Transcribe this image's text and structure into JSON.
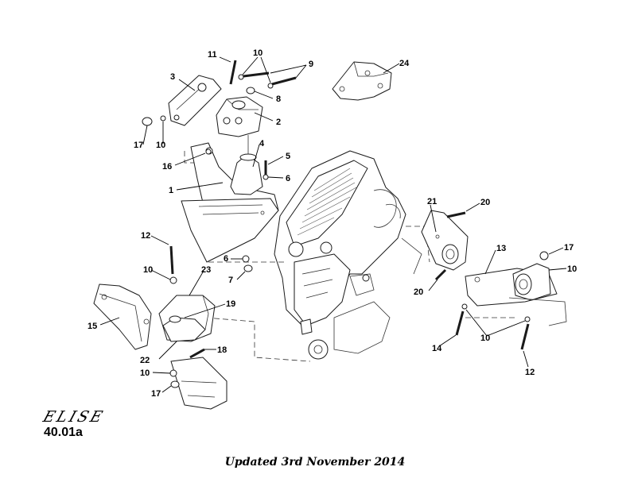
{
  "diagram": {
    "code": "40.01a",
    "logo_text": "ELISE",
    "footer": "Updated 3rd November 2014",
    "callouts": {
      "c1": "1",
      "c2": "2",
      "c3": "3",
      "c4": "4",
      "c5": "5",
      "c6a": "6",
      "c6b": "6",
      "c7": "7",
      "c8": "8",
      "c9": "9",
      "c10a": "10",
      "c10b": "10",
      "c10c": "10",
      "c10d": "10",
      "c10e": "10",
      "c10f": "10",
      "c11": "11",
      "c12a": "12",
      "c12b": "12",
      "c13": "13",
      "c14": "14",
      "c15": "15",
      "c16": "16",
      "c17a": "17",
      "c17b": "17",
      "c17c": "17",
      "c18": "18",
      "c19": "19",
      "c20a": "20",
      "c20b": "20",
      "c21": "21",
      "c22": "22",
      "c23": "23",
      "c24": "24"
    }
  }
}
